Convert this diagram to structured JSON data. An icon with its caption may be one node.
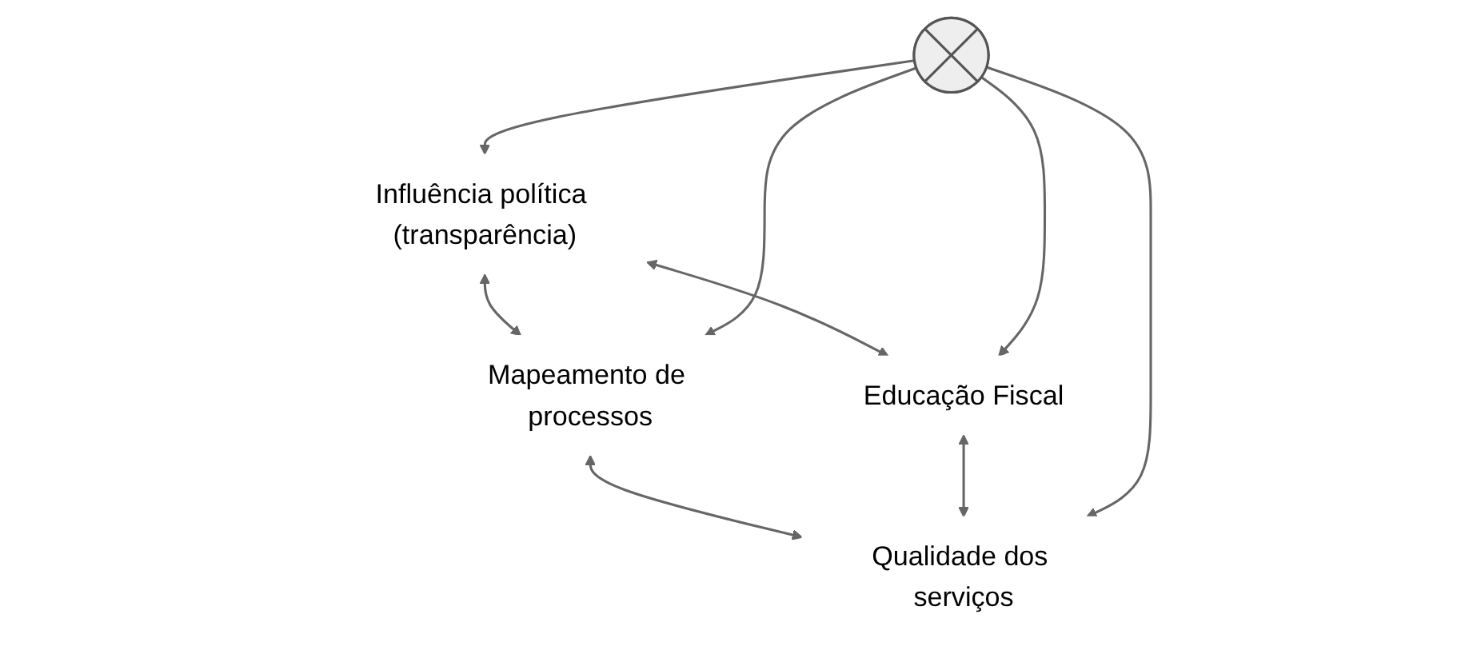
{
  "diagram": {
    "nodes": [
      {
        "text": [
          "Mapeamento de processos"
        ]
      },
      {
        "text": [
          "Influência política (transparência)"
        ]
      },
      {
        "text": [],
        "shape": "cross"
      },
      {
        "text": [
          "Qualidade dos serviços"
        ]
      },
      {
        "text": [
          "Educação Fiscal"
        ]
      }
    ],
    "edges": [
      {
        "from": 1,
        "to": 0,
        "arrow": "both"
      },
      {
        "from": 0,
        "to": 3,
        "arrow": "both"
      },
      {
        "from": 1,
        "to": 4,
        "arrow": "both"
      },
      {
        "from": 4,
        "to": 3,
        "arrow": "both"
      },
      {
        "from": 2,
        "to": 0,
        "arrow": "to"
      },
      {
        "from": 2,
        "to": 1,
        "arrow": "to"
      },
      {
        "from": 2,
        "to": 3,
        "arrow": "to"
      },
      {
        "from": 2,
        "to": 4,
        "arrow": "to"
      }
    ]
  }
}
